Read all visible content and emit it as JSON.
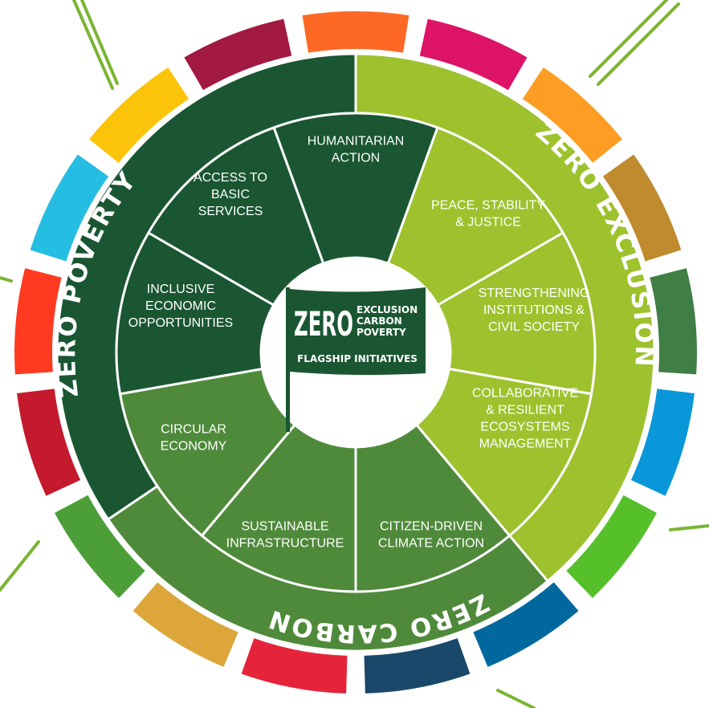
{
  "logo": {
    "big": "ZERO",
    "lines": [
      "EXCLUSION",
      "CARBON",
      "POVERTY"
    ],
    "subtitle": "FLAGSHIP INITIATIVES"
  },
  "bands": {
    "poverty": "ZERO POVERTY",
    "exclusion": "ZERO EXCLUSION",
    "carbon": "ZERO CARBON"
  },
  "segments": [
    {
      "id": "humanitarian-action",
      "lines": [
        "HUMANITARIAN",
        "ACTION"
      ],
      "color": "#1a5632"
    },
    {
      "id": "peace-stability-justice",
      "lines": [
        "PEACE, STABILITY",
        "& JUSTICE"
      ],
      "color": "#9dc22d"
    },
    {
      "id": "strengthening-institutions",
      "lines": [
        "STRENGTHENING",
        "INSTITUTIONS &",
        "CIVIL SOCIETY"
      ],
      "color": "#9dc22d"
    },
    {
      "id": "collaborative-ecosystems",
      "lines": [
        "COLLABORATIVE",
        "& RESILIENT",
        "ECOSYSTEMS",
        "MANAGEMENT"
      ],
      "color": "#9dc22d"
    },
    {
      "id": "citizen-driven-climate-action",
      "lines": [
        "CITIZEN-DRIVEN",
        "CLIMATE ACTION"
      ],
      "color": "#4f8a3b"
    },
    {
      "id": "sustainable-infrastructure",
      "lines": [
        "SUSTAINABLE",
        "INFRASTRUCTURE"
      ],
      "color": "#4f8a3b"
    },
    {
      "id": "circular-economy",
      "lines": [
        "CIRCULAR",
        "ECONOMY"
      ],
      "color": "#4f8a3b"
    },
    {
      "id": "inclusive-economic-opportunities",
      "lines": [
        "INCLUSIVE",
        "ECONOMIC",
        "OPPORTUNITIES"
      ],
      "color": "#1a5632"
    },
    {
      "id": "access-to-basic-services",
      "lines": [
        "ACCESS TO",
        "BASIC",
        "SERVICES"
      ],
      "color": "#1a5632"
    }
  ],
  "band_colors": {
    "poverty": "#1a5632",
    "exclusion": "#9dc22d",
    "carbon": "#4f8a3b"
  },
  "sdg_colors": [
    "#e5243b",
    "#dda63a",
    "#4c9f38",
    "#c5192d",
    "#ff3a21",
    "#26bde2",
    "#fcc30b",
    "#a21942",
    "#fd6925",
    "#dd1367",
    "#fd9d24",
    "#bf8b2e",
    "#3f7e44",
    "#0a97d9",
    "#56c02b",
    "#00689d",
    "#19486a"
  ],
  "flag_color": "#1a5632"
}
